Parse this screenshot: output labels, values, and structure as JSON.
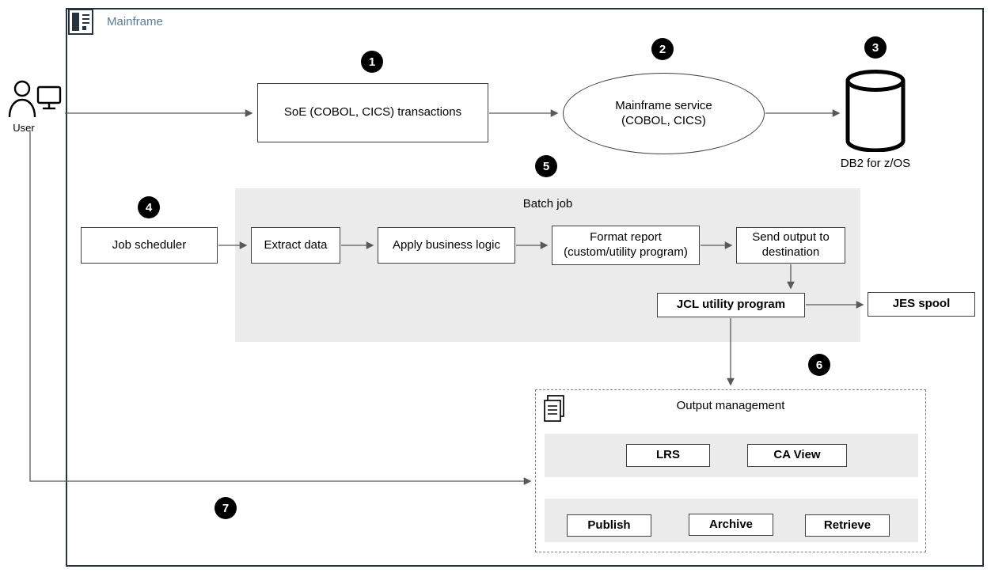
{
  "frame": {
    "title": "Mainframe"
  },
  "user": {
    "label": "User"
  },
  "steps": [
    "1",
    "2",
    "3",
    "4",
    "5",
    "6",
    "7"
  ],
  "nodes": {
    "soe": {
      "label": "SoE (COBOL, CICS) transactions"
    },
    "service": {
      "label": "Mainframe service (COBOL, CICS)"
    },
    "db2": {
      "label": "DB2 for z/OS"
    },
    "scheduler": {
      "label": "Job scheduler"
    },
    "batch": {
      "label": "Batch job"
    },
    "extract": {
      "label": "Extract data"
    },
    "logic": {
      "label": "Apply business logic"
    },
    "format": {
      "label": "Format report (custom/utility program)"
    },
    "send": {
      "label": "Send output to destination"
    },
    "jcl": {
      "label": "JCL utility program"
    },
    "jes": {
      "label": "JES spool"
    },
    "output": {
      "label": "Output management"
    },
    "lrs": {
      "label": "LRS"
    },
    "caview": {
      "label": "CA View"
    },
    "publish": {
      "label": "Publish"
    },
    "archive": {
      "label": "Archive"
    },
    "retrieve": {
      "label": "Retrieve"
    }
  },
  "colors": {
    "frame_border": "#27333f",
    "title_text": "#5b7b95",
    "container_fill": "#ebebeb",
    "arrow": "#595959",
    "step_fill": "#000000"
  }
}
